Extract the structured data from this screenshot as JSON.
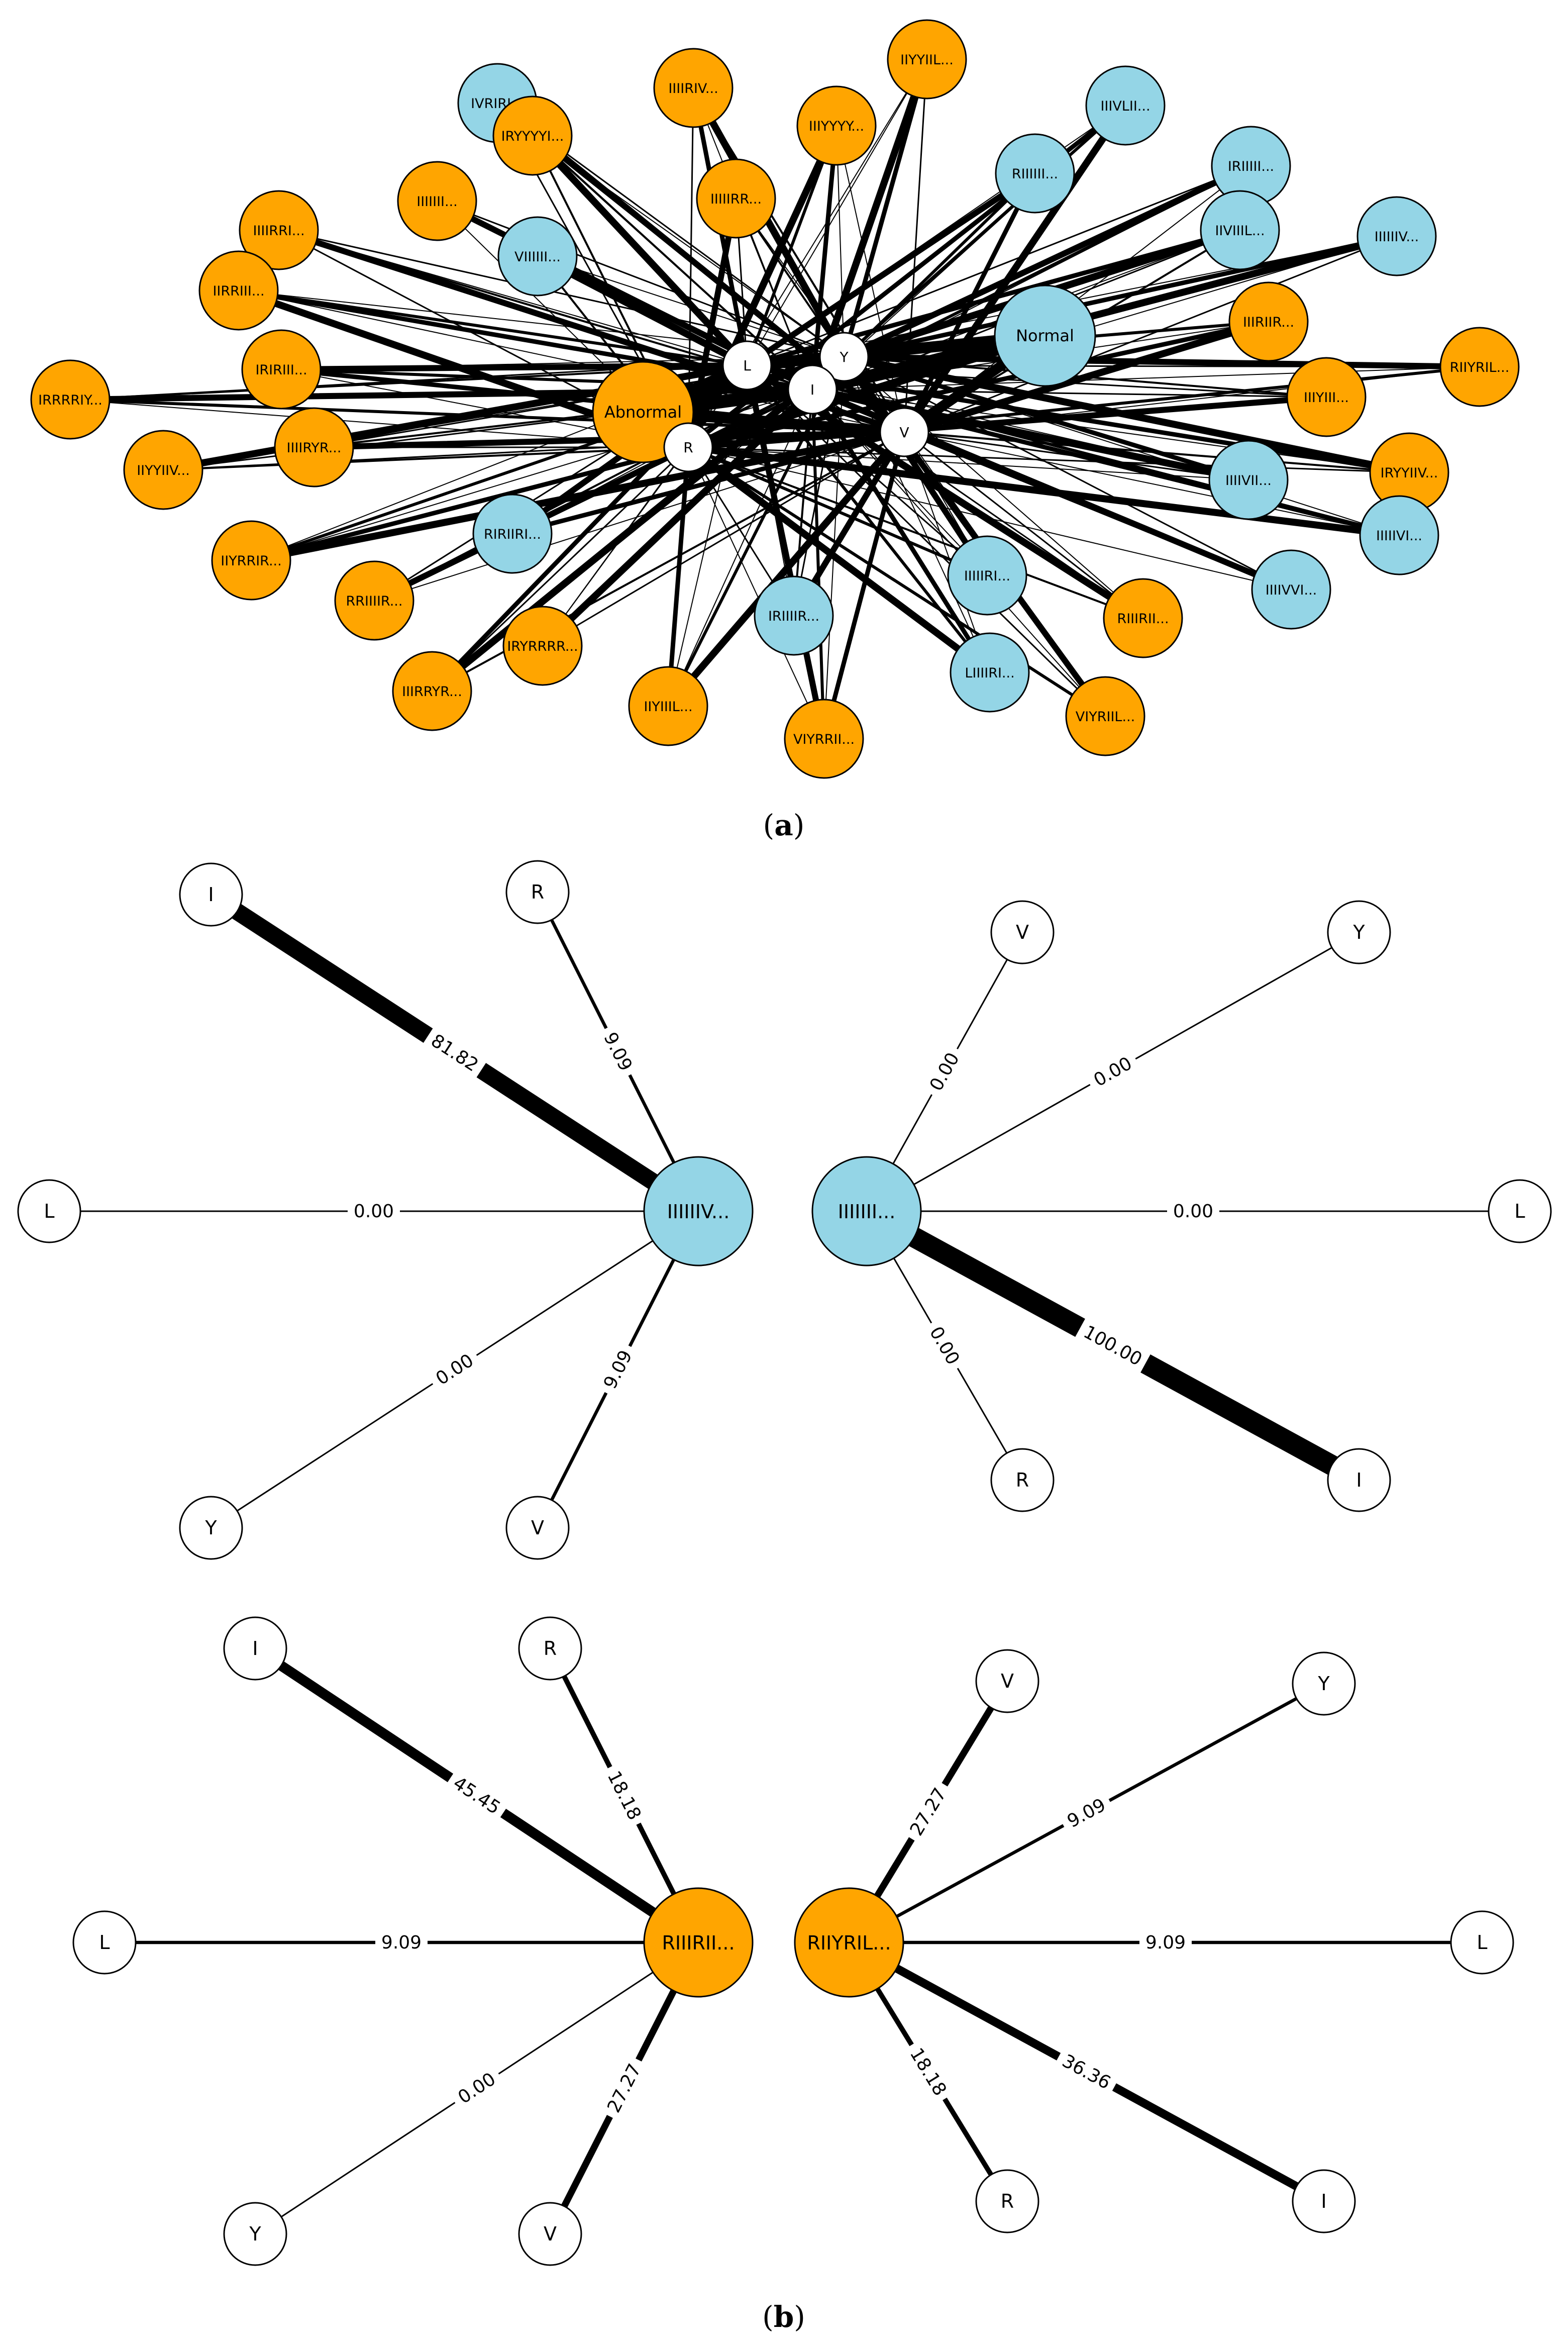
{
  "colors": {
    "abnormal": "#ffa500",
    "normal": "#94d5e6",
    "residue": "#ffffff",
    "edge": "#000000",
    "stroke": "#000000"
  },
  "panel_a": {
    "caption_open": "(",
    "caption_letter": "a",
    "caption_close": ")",
    "class_nodes": [
      {
        "id": "abnormal",
        "label": "Abnormal",
        "group": "abnormal"
      },
      {
        "id": "normal",
        "label": "Normal",
        "group": "normal"
      }
    ],
    "residue_nodes": [
      "L",
      "Y",
      "I",
      "R",
      "V"
    ],
    "sequence_nodes": [
      {
        "label": "IVRIRI...",
        "group": "normal"
      },
      {
        "label": "IRYYYYI...",
        "group": "abnormal"
      },
      {
        "label": "IIIIRIV...",
        "group": "abnormal"
      },
      {
        "label": "IIYYIIL...",
        "group": "abnormal"
      },
      {
        "label": "IIIYYYY...",
        "group": "abnormal"
      },
      {
        "label": "IIIVLII...",
        "group": "normal"
      },
      {
        "label": "RIIIIII...",
        "group": "normal"
      },
      {
        "label": "IRIIIII...",
        "group": "normal"
      },
      {
        "label": "IIIIIII...",
        "group": "abnormal"
      },
      {
        "label": "IIIIIRR...",
        "group": "abnormal"
      },
      {
        "label": "IIIIRRI...",
        "group": "abnormal"
      },
      {
        "label": "VIIIIII...",
        "group": "normal"
      },
      {
        "label": "IIVIIIL...",
        "group": "normal"
      },
      {
        "label": "IIIIIIV...",
        "group": "normal"
      },
      {
        "label": "IIRRIII...",
        "group": "abnormal"
      },
      {
        "label": "IIIRIIR...",
        "group": "abnormal"
      },
      {
        "label": "IRIRIII...",
        "group": "abnormal"
      },
      {
        "label": "RIIYRIL...",
        "group": "abnormal"
      },
      {
        "label": "IRRRRIY...",
        "group": "abnormal"
      },
      {
        "label": "IIIYIII...",
        "group": "abnormal"
      },
      {
        "label": "IIIIRYR...",
        "group": "abnormal"
      },
      {
        "label": "IIYYIIV...",
        "group": "abnormal"
      },
      {
        "label": "IRYYIIV...",
        "group": "abnormal"
      },
      {
        "label": "IIIIVII...",
        "group": "normal"
      },
      {
        "label": "IIIIIVI...",
        "group": "normal"
      },
      {
        "label": "IIYRRIR...",
        "group": "abnormal"
      },
      {
        "label": "RIRIIRI...",
        "group": "normal"
      },
      {
        "label": "IIIIIRI...",
        "group": "normal"
      },
      {
        "label": "IIIIVVI...",
        "group": "normal"
      },
      {
        "label": "RRIIIIR...",
        "group": "abnormal"
      },
      {
        "label": "IRIIIIR...",
        "group": "normal"
      },
      {
        "label": "RIIIRII...",
        "group": "abnormal"
      },
      {
        "label": "IIIRRYR...",
        "group": "abnormal"
      },
      {
        "label": "IRYRRRR...",
        "group": "abnormal"
      },
      {
        "label": "LIIIIRI...",
        "group": "normal"
      },
      {
        "label": "IIYIIIL...",
        "group": "abnormal"
      },
      {
        "label": "VIYRRII...",
        "group": "abnormal"
      },
      {
        "label": "VIYRIIL...",
        "group": "abnormal"
      }
    ]
  },
  "panel_b": {
    "caption_open": "(",
    "caption_letter": "b",
    "caption_close": ")",
    "stars": [
      {
        "center_label": "IIIIIIV...",
        "group": "normal",
        "edges": [
          {
            "target": "I",
            "value": 81.82,
            "label": "81.82"
          },
          {
            "target": "R",
            "value": 9.09,
            "label": "9.09"
          },
          {
            "target": "L",
            "value": 0.0,
            "label": "0.00"
          },
          {
            "target": "Y",
            "value": 0.0,
            "label": "0.00"
          },
          {
            "target": "V",
            "value": 9.09,
            "label": "9.09"
          }
        ]
      },
      {
        "center_label": "IIIIIII...",
        "group": "normal",
        "edges": [
          {
            "target": "V",
            "value": 0.0,
            "label": "0.00"
          },
          {
            "target": "Y",
            "value": 0.0,
            "label": "0.00"
          },
          {
            "target": "L",
            "value": 0.0,
            "label": "0.00"
          },
          {
            "target": "R",
            "value": 0.0,
            "label": "0.00"
          },
          {
            "target": "I",
            "value": 100.0,
            "label": "100.00"
          }
        ]
      },
      {
        "center_label": "RIIIRII...",
        "group": "abnormal",
        "edges": [
          {
            "target": "I",
            "value": 45.45,
            "label": "45.45"
          },
          {
            "target": "R",
            "value": 18.18,
            "label": "18.18"
          },
          {
            "target": "L",
            "value": 9.09,
            "label": "9.09"
          },
          {
            "target": "Y",
            "value": 0.0,
            "label": "0.00"
          },
          {
            "target": "V",
            "value": 27.27,
            "label": "27.27"
          }
        ]
      },
      {
        "center_label": "RIIYRIL...",
        "group": "abnormal",
        "edges": [
          {
            "target": "V",
            "value": 27.27,
            "label": "27.27"
          },
          {
            "target": "Y",
            "value": 9.09,
            "label": "9.09"
          },
          {
            "target": "L",
            "value": 9.09,
            "label": "9.09"
          },
          {
            "target": "R",
            "value": 18.18,
            "label": "18.18"
          },
          {
            "target": "I",
            "value": 36.36,
            "label": "36.36"
          }
        ]
      }
    ]
  }
}
